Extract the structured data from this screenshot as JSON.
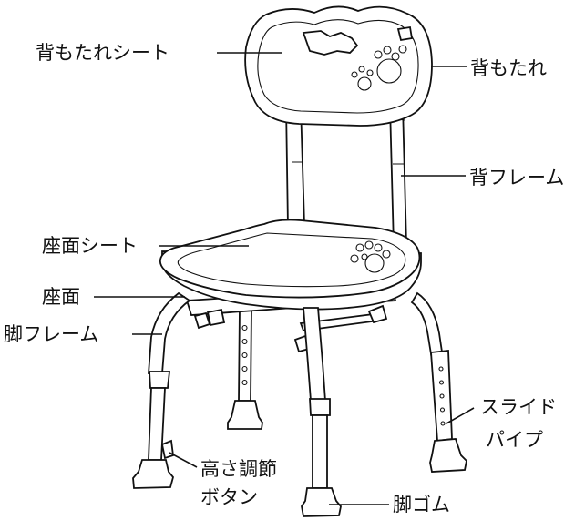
{
  "labels": {
    "back_seat": "背もたれシート",
    "backrest": "背もたれ",
    "back_frame": "背フレーム",
    "seat_sheet": "座面シート",
    "seat": "座面",
    "leg_frame": "脚フレーム",
    "slide_pipe_line1": "スライド",
    "slide_pipe_line2": "パイプ",
    "height_button_line1": "高さ調節",
    "height_button_line2": "ボタン",
    "leg_rubber": "脚ゴム"
  },
  "colors": {
    "line": "#111111",
    "fill": "#ffffff"
  }
}
